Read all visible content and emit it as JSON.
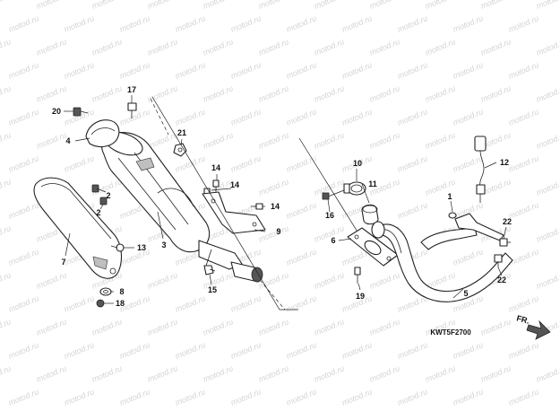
{
  "watermark": {
    "text": "motod.ru"
  },
  "diagram": {
    "code": "KWT5F2700",
    "direction_label": "FR.",
    "callouts": [
      "1",
      "2",
      "2",
      "3",
      "4",
      "5",
      "6",
      "7",
      "8",
      "9",
      "10",
      "11",
      "12",
      "13",
      "14",
      "14",
      "14",
      "15",
      "16",
      "17",
      "18",
      "19",
      "20",
      "21",
      "22",
      "22"
    ]
  },
  "colors": {
    "line": "#222222",
    "watermark": "#d4d4d4"
  }
}
